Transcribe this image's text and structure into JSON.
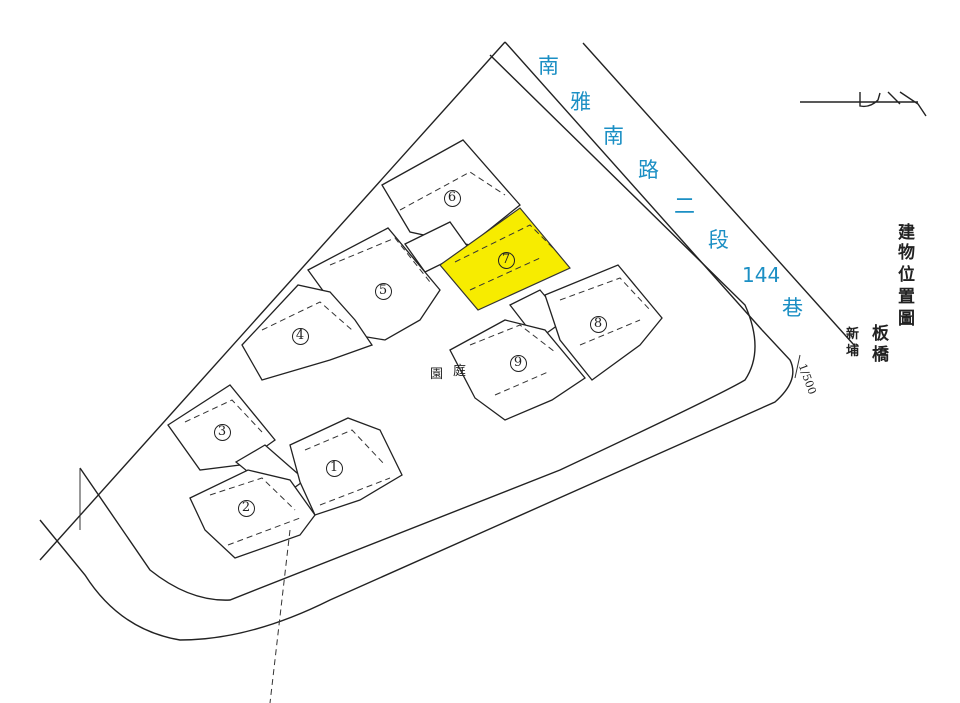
{
  "map": {
    "road_name_chars": [
      "南",
      "雅",
      "南",
      "路",
      "二",
      "段",
      "144",
      "巷"
    ],
    "title_chars": [
      "建",
      "物",
      "位",
      "置",
      "圖"
    ],
    "district_chars": [
      "板",
      "橋"
    ],
    "area_chars": [
      "新",
      "埔"
    ],
    "scale": "1/500",
    "courtyard_chars": [
      "庭",
      "園"
    ],
    "highlight_color": "#f7ec00",
    "road_text_color": "#1b8fc4",
    "buildings": [
      {
        "id": "1",
        "highlighted": false
      },
      {
        "id": "2",
        "highlighted": false
      },
      {
        "id": "3",
        "highlighted": false
      },
      {
        "id": "4",
        "highlighted": false
      },
      {
        "id": "5",
        "highlighted": false
      },
      {
        "id": "6",
        "highlighted": false
      },
      {
        "id": "7",
        "highlighted": true
      },
      {
        "id": "8",
        "highlighted": false
      },
      {
        "id": "9",
        "highlighted": false
      }
    ]
  }
}
